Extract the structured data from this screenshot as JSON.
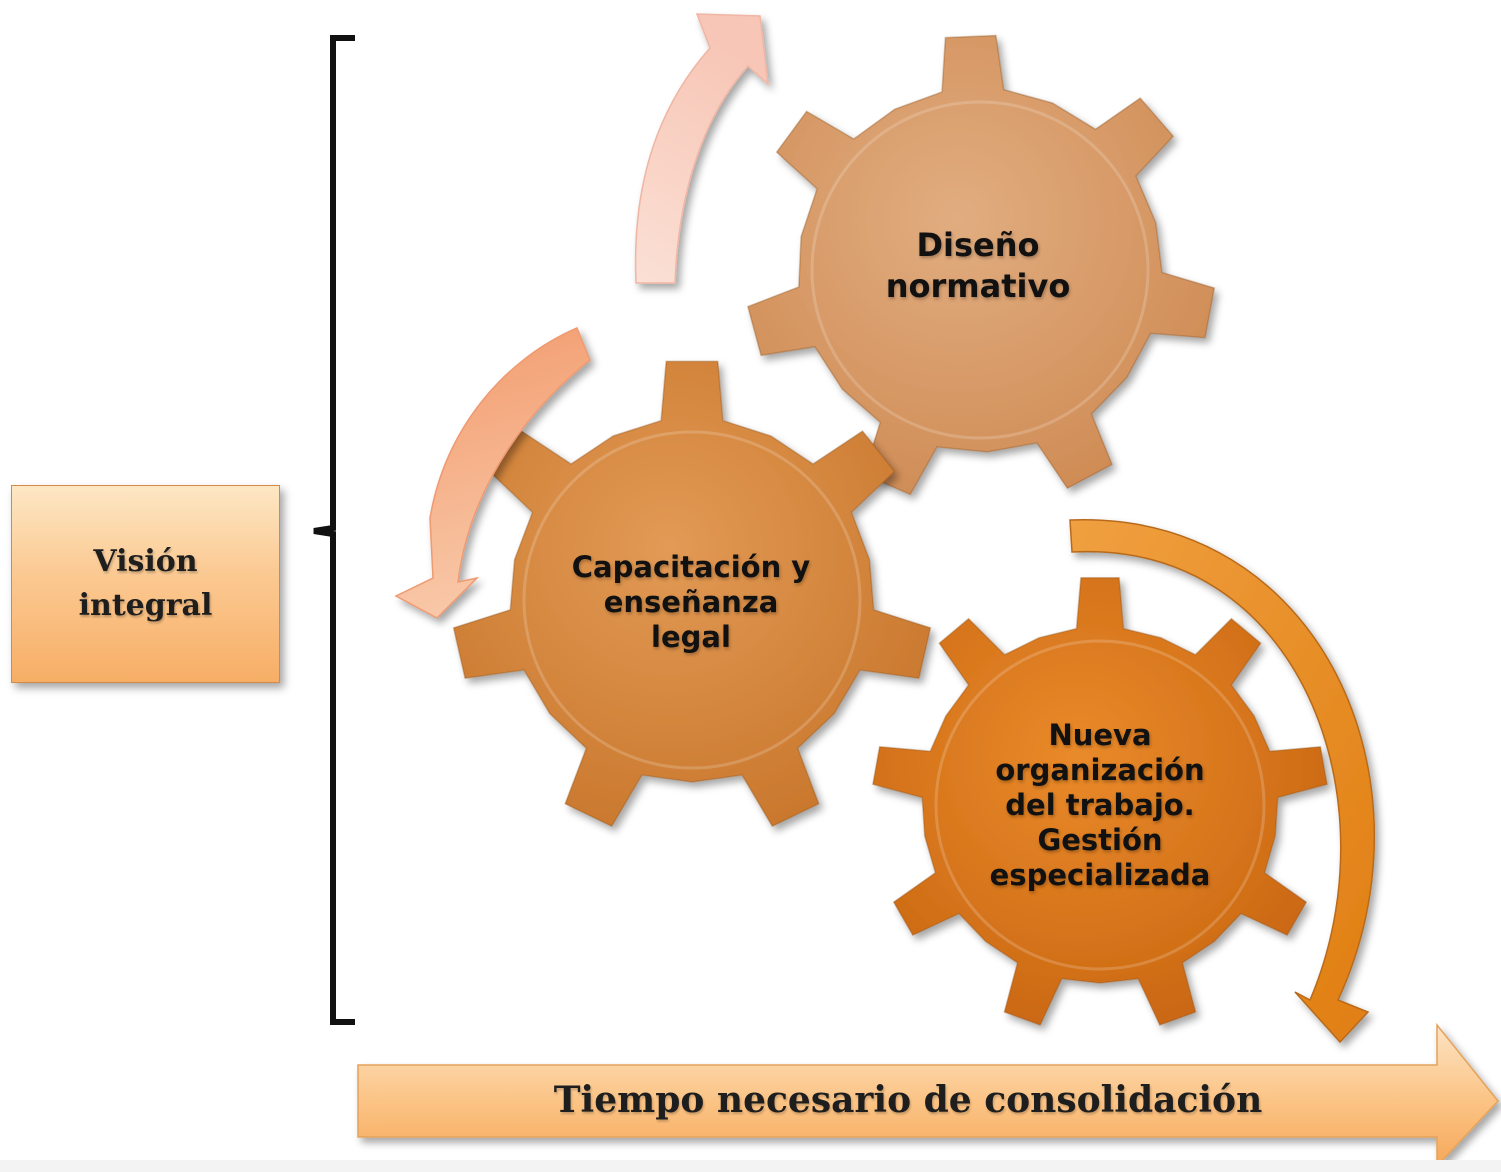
{
  "vision_box": {
    "label": "Visión integral"
  },
  "gears": [
    {
      "label": "Diseño normativo",
      "color": "#d99b66"
    },
    {
      "label": "Capacitación y enseñanza legal",
      "color": "#d9883e"
    },
    {
      "label": "Nueva organización del trabajo. Gestión especializada",
      "color": "#de7b1e"
    }
  ],
  "timeline": {
    "label": "Tiempo necesario de consolidación"
  },
  "colors": {
    "arrow_light": "#f7c7b4",
    "arrow_mid": "#f2a57d",
    "arrow_strong": "#e88b1e",
    "timeline_fill": "#fbc384",
    "bracket": "#111111"
  }
}
